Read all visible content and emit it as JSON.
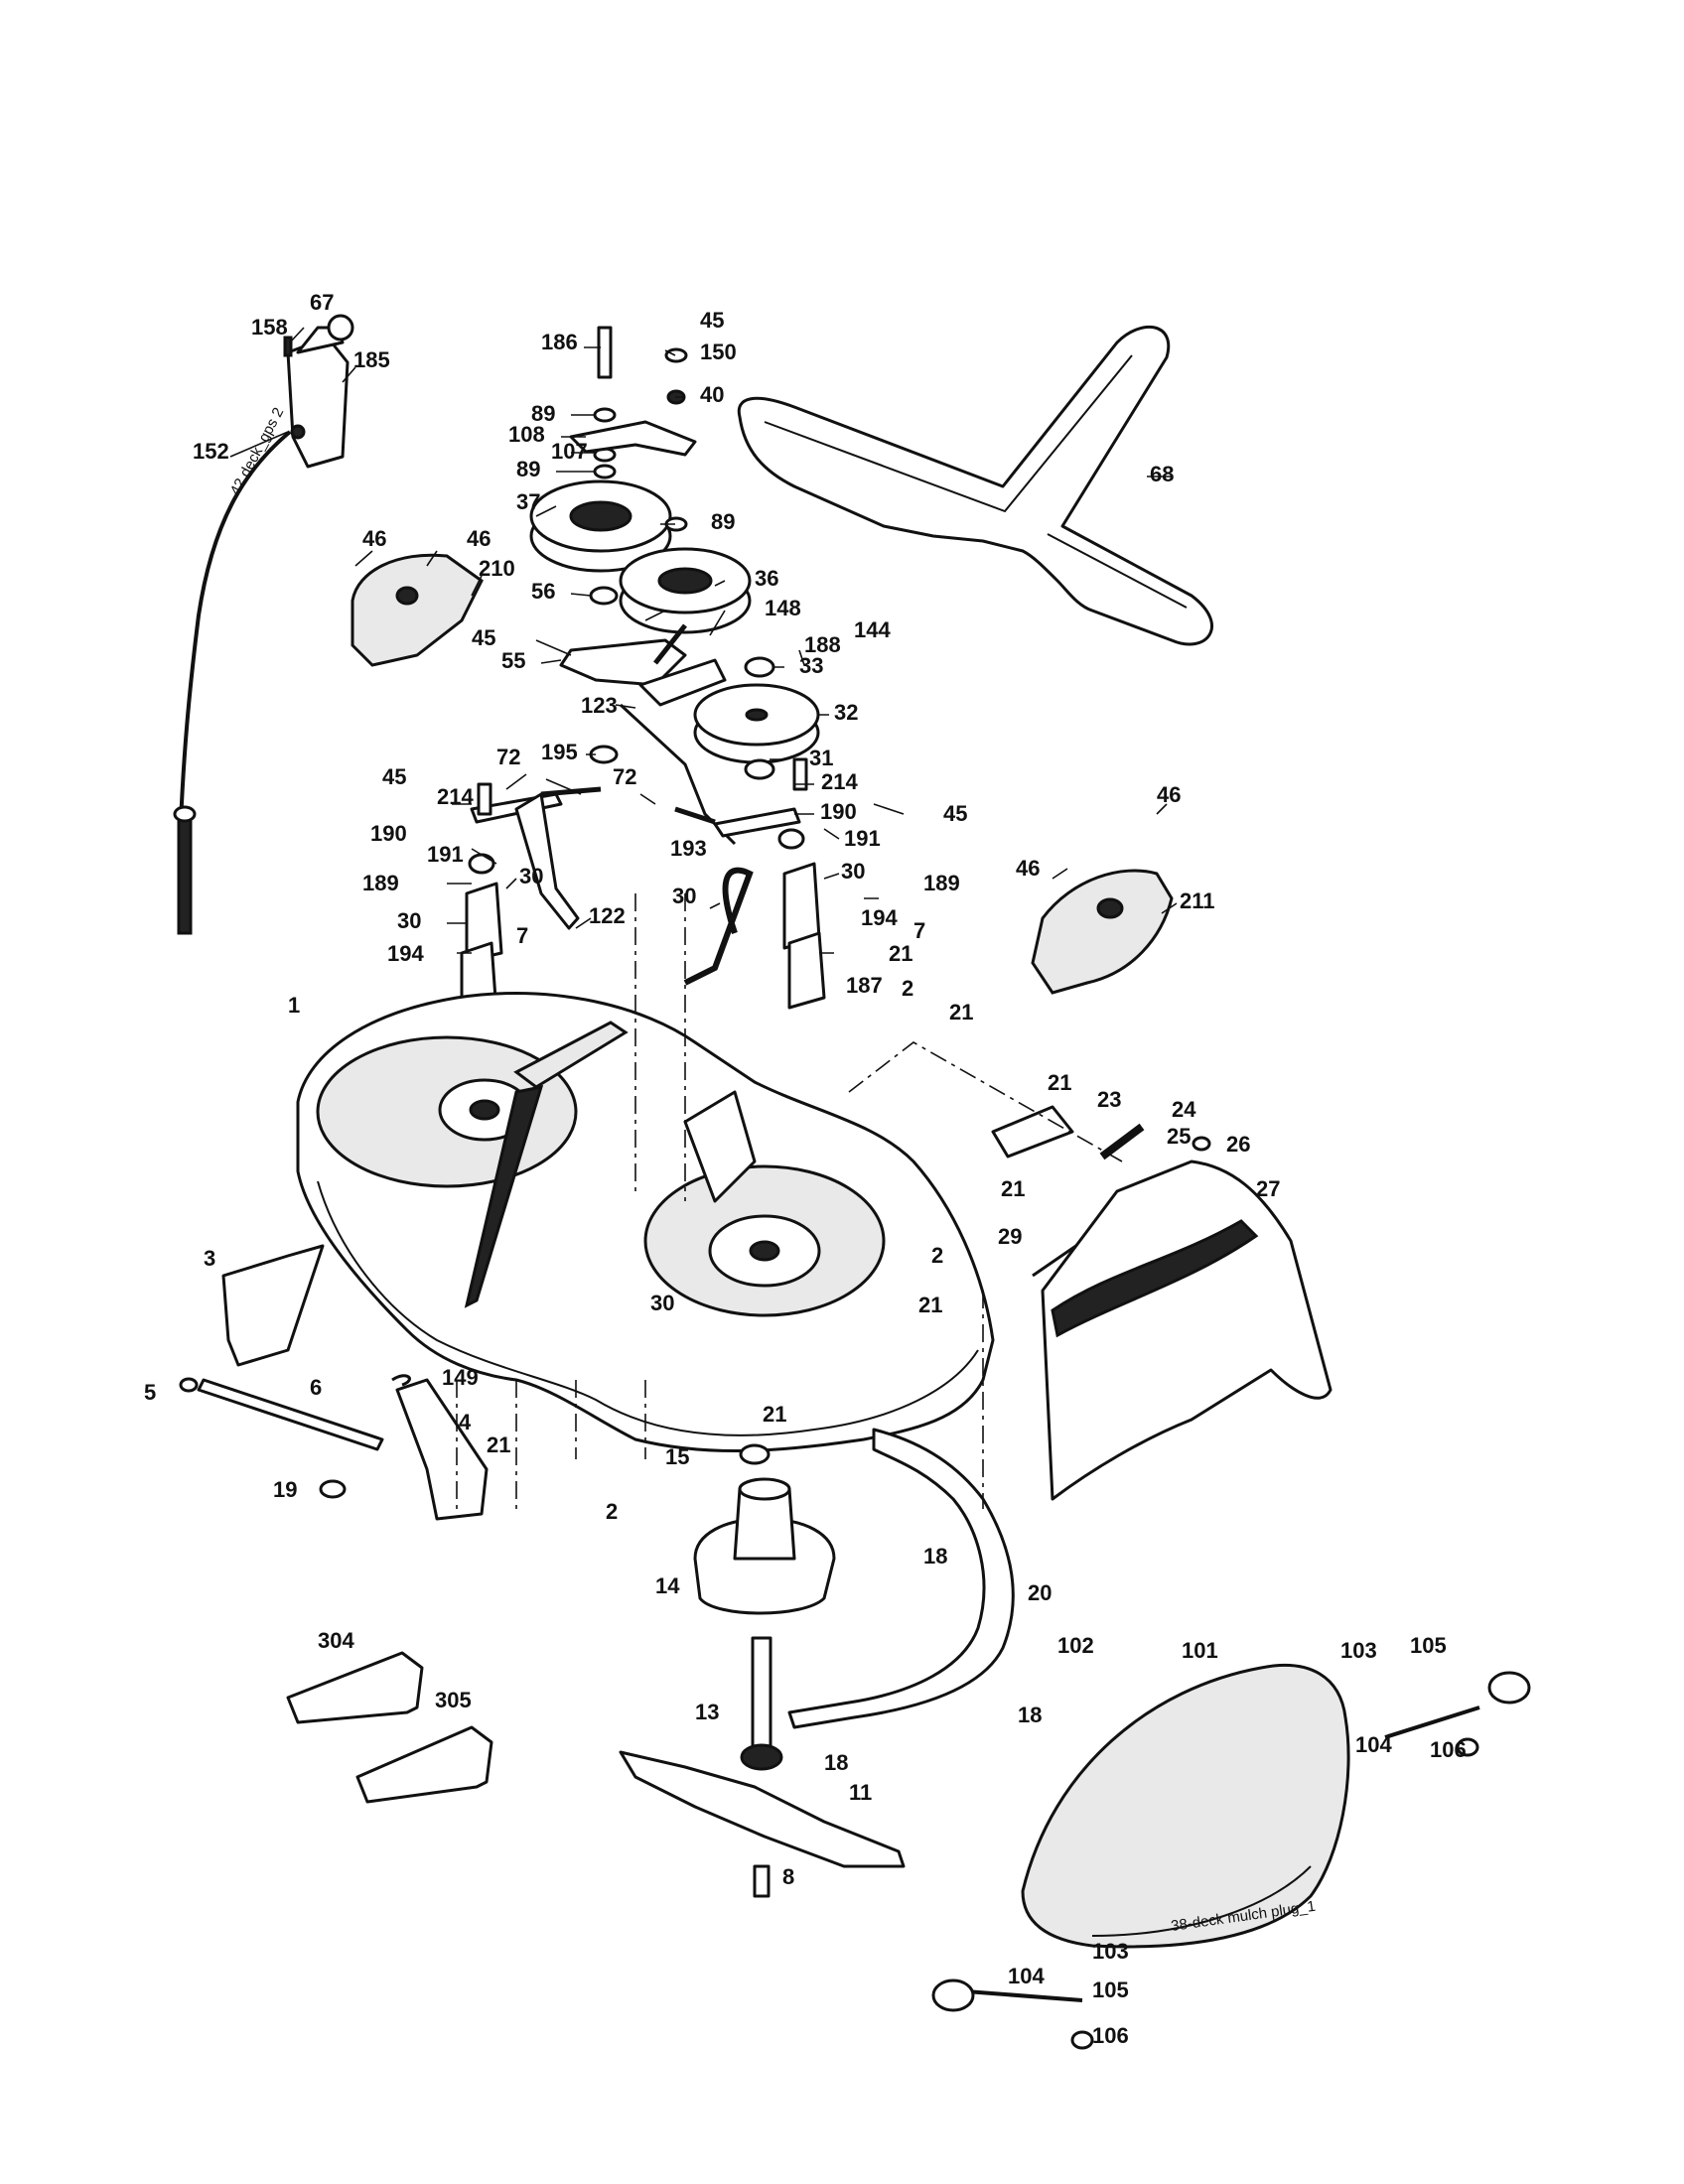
{
  "diagram_note": "38-deck mulch plug_1",
  "cable_marking": "42 deck_gps 2",
  "labels": [
    {
      "id": "l67",
      "text": "67"
    },
    {
      "id": "l158",
      "text": "158"
    },
    {
      "id": "l185",
      "text": "185"
    },
    {
      "id": "l152",
      "text": "152"
    },
    {
      "id": "l46a",
      "text": "46"
    },
    {
      "id": "l46b",
      "text": "46"
    },
    {
      "id": "l210",
      "text": "210"
    },
    {
      "id": "l186",
      "text": "186"
    },
    {
      "id": "l45a",
      "text": "45"
    },
    {
      "id": "l150",
      "text": "150"
    },
    {
      "id": "l40",
      "text": "40"
    },
    {
      "id": "l89a",
      "text": "89"
    },
    {
      "id": "l108",
      "text": "108"
    },
    {
      "id": "l107",
      "text": "107"
    },
    {
      "id": "l89b",
      "text": "89"
    },
    {
      "id": "l37",
      "text": "37"
    },
    {
      "id": "l89c",
      "text": "89"
    },
    {
      "id": "l36",
      "text": "36"
    },
    {
      "id": "l56",
      "text": "56"
    },
    {
      "id": "l68",
      "text": "68"
    },
    {
      "id": "l45b",
      "text": "45"
    },
    {
      "id": "l148",
      "text": "148"
    },
    {
      "id": "l144",
      "text": "144"
    },
    {
      "id": "l55",
      "text": "55"
    },
    {
      "id": "l188",
      "text": "188"
    },
    {
      "id": "l33",
      "text": "33"
    },
    {
      "id": "l123",
      "text": "123"
    },
    {
      "id": "l32",
      "text": "32"
    },
    {
      "id": "l195",
      "text": "195"
    },
    {
      "id": "l31",
      "text": "31"
    },
    {
      "id": "l45c",
      "text": "45"
    },
    {
      "id": "l72a",
      "text": "72"
    },
    {
      "id": "l72b",
      "text": "72"
    },
    {
      "id": "l214a",
      "text": "214"
    },
    {
      "id": "l214b",
      "text": "214"
    },
    {
      "id": "l190a",
      "text": "190"
    },
    {
      "id": "l190b",
      "text": "190"
    },
    {
      "id": "l45d",
      "text": "45"
    },
    {
      "id": "l46c",
      "text": "46"
    },
    {
      "id": "l191a",
      "text": "191"
    },
    {
      "id": "l191b",
      "text": "191"
    },
    {
      "id": "l193",
      "text": "193"
    },
    {
      "id": "l46d",
      "text": "46"
    },
    {
      "id": "l189a",
      "text": "189"
    },
    {
      "id": "l30a",
      "text": "30"
    },
    {
      "id": "l30b",
      "text": "30"
    },
    {
      "id": "l189b",
      "text": "189"
    },
    {
      "id": "l211",
      "text": "211"
    },
    {
      "id": "l30c",
      "text": "30"
    },
    {
      "id": "l122",
      "text": "122"
    },
    {
      "id": "l30d",
      "text": "30"
    },
    {
      "id": "l194a",
      "text": "194"
    },
    {
      "id": "l194b",
      "text": "194"
    },
    {
      "id": "l7a",
      "text": "7"
    },
    {
      "id": "l7b",
      "text": "7"
    },
    {
      "id": "l21a",
      "text": "21"
    },
    {
      "id": "l187",
      "text": "187"
    },
    {
      "id": "l1",
      "text": "1"
    },
    {
      "id": "l2a",
      "text": "2"
    },
    {
      "id": "l21b",
      "text": "21"
    },
    {
      "id": "l21c",
      "text": "21"
    },
    {
      "id": "l23",
      "text": "23"
    },
    {
      "id": "l24",
      "text": "24"
    },
    {
      "id": "l25",
      "text": "25"
    },
    {
      "id": "l26",
      "text": "26"
    },
    {
      "id": "l21d",
      "text": "21"
    },
    {
      "id": "l27",
      "text": "27"
    },
    {
      "id": "l29",
      "text": "29"
    },
    {
      "id": "l2b",
      "text": "2"
    },
    {
      "id": "l30e",
      "text": "30"
    },
    {
      "id": "l21e",
      "text": "21"
    },
    {
      "id": "l3",
      "text": "3"
    },
    {
      "id": "l149",
      "text": "149"
    },
    {
      "id": "l5",
      "text": "5"
    },
    {
      "id": "l6",
      "text": "6"
    },
    {
      "id": "l4",
      "text": "4"
    },
    {
      "id": "l21f",
      "text": "21"
    },
    {
      "id": "l21g",
      "text": "21"
    },
    {
      "id": "l15",
      "text": "15"
    },
    {
      "id": "l19",
      "text": "19"
    },
    {
      "id": "l2c",
      "text": "2"
    },
    {
      "id": "l18a",
      "text": "18"
    },
    {
      "id": "l14",
      "text": "14"
    },
    {
      "id": "l20",
      "text": "20"
    },
    {
      "id": "l304",
      "text": "304"
    },
    {
      "id": "l102",
      "text": "102"
    },
    {
      "id": "l101",
      "text": "101"
    },
    {
      "id": "l103a",
      "text": "103"
    },
    {
      "id": "l105a",
      "text": "105"
    },
    {
      "id": "l305",
      "text": "305"
    },
    {
      "id": "l13",
      "text": "13"
    },
    {
      "id": "l18b",
      "text": "18"
    },
    {
      "id": "l104a",
      "text": "104"
    },
    {
      "id": "l106a",
      "text": "106"
    },
    {
      "id": "l18c",
      "text": "18"
    },
    {
      "id": "l11",
      "text": "11"
    },
    {
      "id": "l8",
      "text": "8"
    },
    {
      "id": "l103b",
      "text": "103"
    },
    {
      "id": "l104b",
      "text": "104"
    },
    {
      "id": "l105b",
      "text": "105"
    },
    {
      "id": "l106b",
      "text": "106"
    }
  ]
}
